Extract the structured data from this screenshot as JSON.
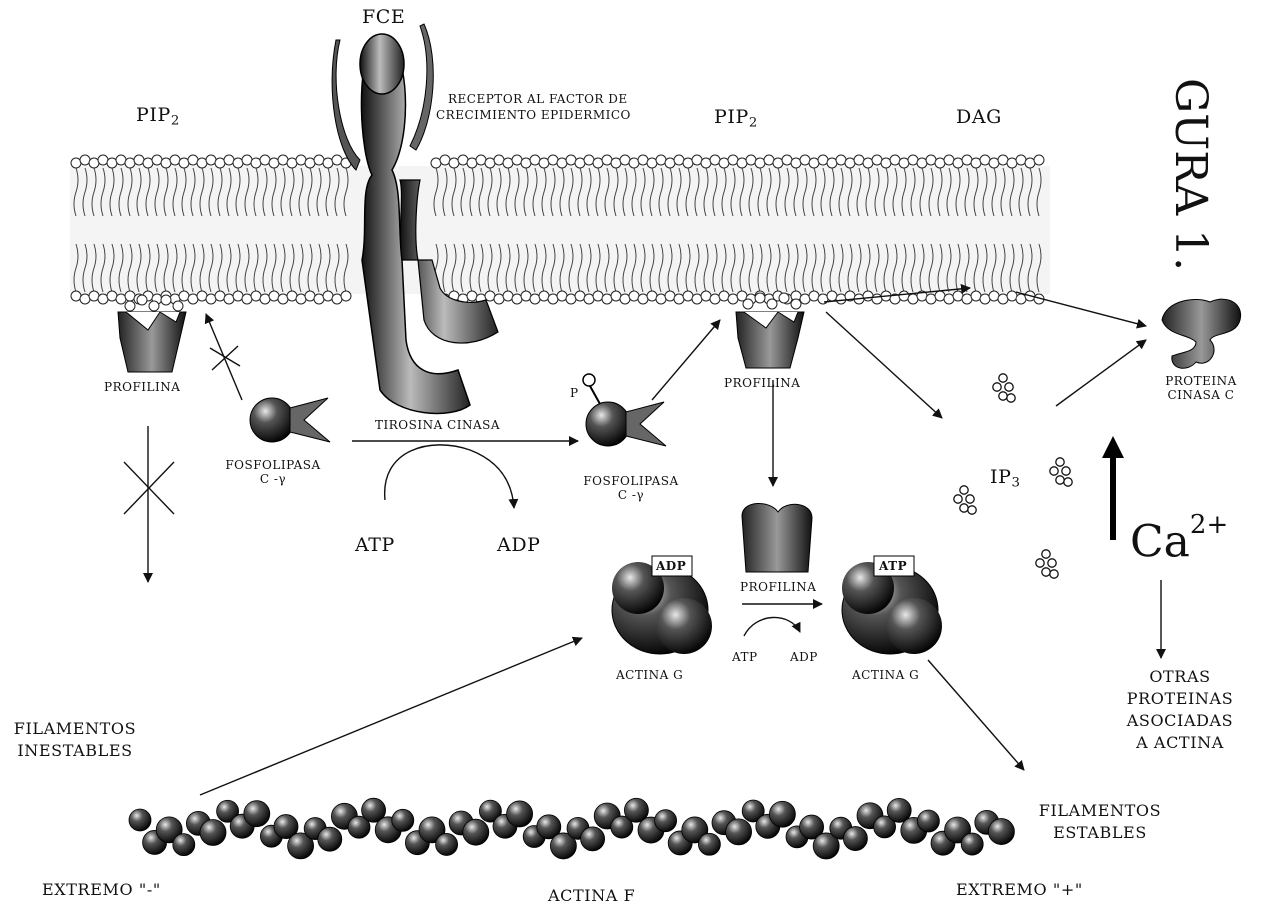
{
  "figure_title": "GURA 1.",
  "labels": {
    "fce": "FCE",
    "receptor_line1": "RECEPTOR AL FACTOR DE",
    "receptor_line2": "CRECIMIENTO EPIDERMICO",
    "pip2_left": "PIP",
    "pip2_left_sub": "2",
    "pip2_right": "PIP",
    "pip2_right_sub": "2",
    "dag": "DAG",
    "profilina_left": "PROFILINA",
    "profilina_mid": "PROFILINA",
    "profilina_actin": "PROFILINA",
    "fosfolipasa_left_1": "FOSFOLIPASA",
    "fosfolipasa_left_2": "C -γ",
    "fosfolipasa_right_1": "FOSFOLIPASA",
    "fosfolipasa_right_2": "C -γ",
    "phosphate": "P",
    "tirosina": "TIROSINA CINASA",
    "atp_left": "ATP",
    "adp_left": "ADP",
    "adp_badge": "ADP",
    "atp_badge": "ATP",
    "atp_small": "ATP",
    "adp_small": "ADP",
    "actina_g_left": "ACTINA G",
    "actina_g_right": "ACTINA G",
    "ip3": "IP",
    "ip3_sub": "3",
    "ca": "Ca",
    "ca_sup": "2+",
    "proteina_cinasa_1": "PROTEINA",
    "proteina_cinasa_2": "CINASA C",
    "otras_1": "OTRAS",
    "otras_2": "PROTEINAS",
    "otras_3": "ASOCIADAS",
    "otras_4": "A ACTINA",
    "inestables_1": "FILAMENTOS",
    "inestables_2": "INESTABLES",
    "estables_1": "FILAMENTOS",
    "estables_2": "ESTABLES",
    "extremo_minus": "EXTREMO \"-\"",
    "actina_f": "ACTINA F",
    "extremo_plus": "EXTREMO \"+\""
  }
}
